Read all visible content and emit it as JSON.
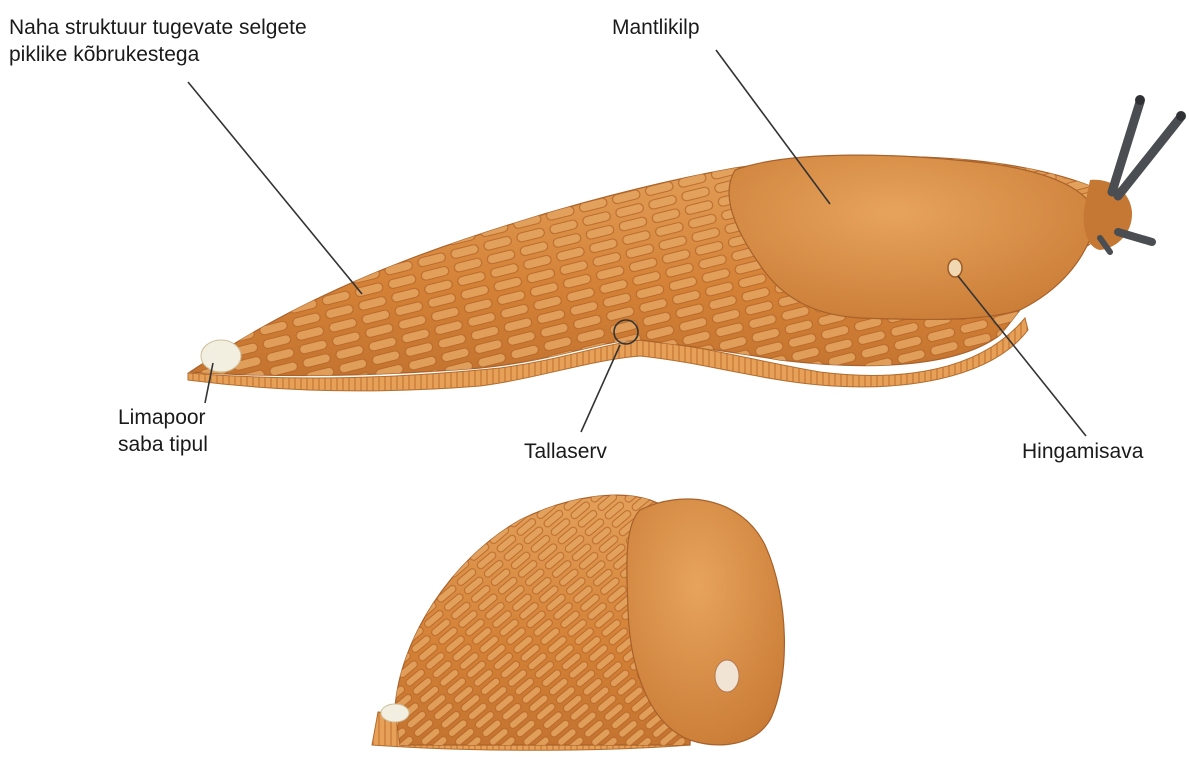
{
  "labels": {
    "skin_structure": [
      "Naha struktuur tugevate selgete",
      "piklike kõbrukestega"
    ],
    "mantle": "Mantlikilp",
    "slime_pore": [
      "Limapoor",
      "saba tipul"
    ],
    "foot_fringe": "Tallaserv",
    "breathing_pore": "Hingamisava"
  },
  "colors": {
    "body": "#d8893f",
    "body_dark": "#b86b2a",
    "body_light": "#e9a862",
    "mantle": "#d98c45",
    "fringe": "#e49a52",
    "tentacle": "#4a4d52",
    "pore": "#f2efe0",
    "leader": "#333333"
  }
}
